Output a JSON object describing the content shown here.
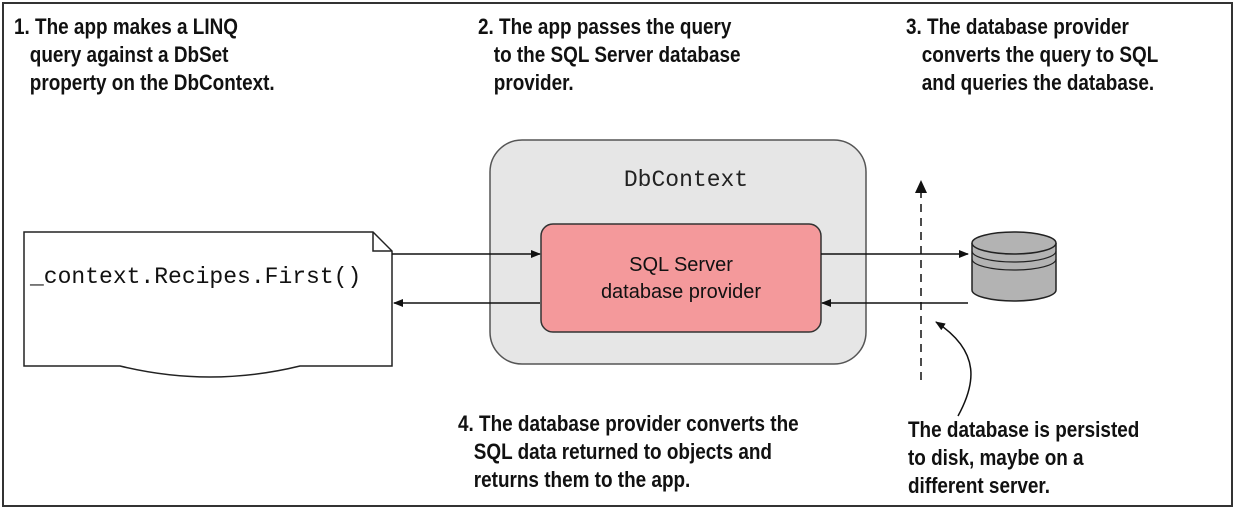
{
  "step1": {
    "lines": [
      "1. The app makes a LINQ",
      "   query against a DbSet",
      "   property on the DbContext."
    ]
  },
  "step2": {
    "lines": [
      "2. The app passes the query",
      "   to the SQL Server database",
      "   provider."
    ]
  },
  "step3": {
    "lines": [
      "3. The database provider",
      "   converts the query to SQL",
      "   and queries the database."
    ]
  },
  "step4": {
    "lines": [
      "4. The database provider converts the",
      "   SQL data returned to objects and",
      "   returns them to the app."
    ]
  },
  "note": {
    "lines": [
      "The database is persisted",
      "to disk, maybe on a",
      "different server."
    ]
  },
  "code_snippet": "_context.Recipes.First()",
  "dbcontext_label": "DbContext",
  "provider": {
    "line1": "SQL Server",
    "line2": "database provider"
  },
  "colors": {
    "dbcontext_fill": "#e6e6e6",
    "provider_fill": "#f4999b",
    "database_fill": "#b3b3b3",
    "stroke": "#222222"
  }
}
